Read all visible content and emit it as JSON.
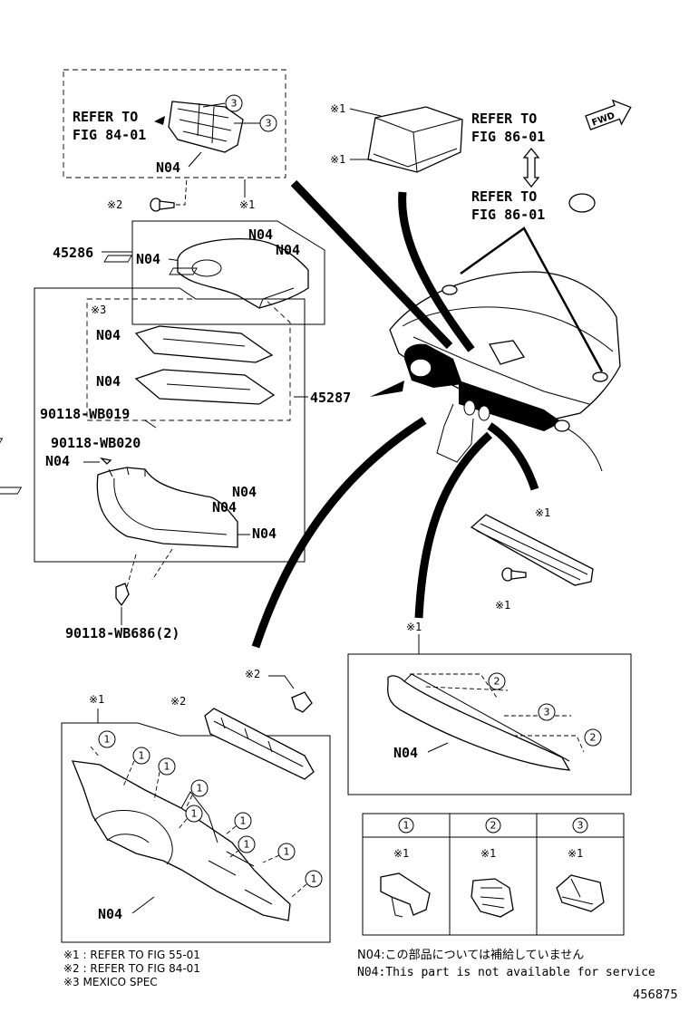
{
  "labels": {
    "refer_84": [
      "REFER TO",
      "FIG 84-01"
    ],
    "refer_86_a": [
      "REFER TO",
      "FIG 86-01"
    ],
    "refer_86_b": [
      "REFER TO",
      "FIG 86-01"
    ],
    "fwd": "FWD",
    "n04": "N04",
    "p45286": "45286",
    "p45287": "45287",
    "p90118_wb019": "90118-WB019",
    "p90118_wb020": "90118-WB020",
    "p90118_wb686": "90118-WB686(2)",
    "ref1": "※1",
    "ref2": "※2",
    "ref3": "※3",
    "c1": "1",
    "c2": "2",
    "c3": "3"
  },
  "legend_table": {
    "headers": [
      "1",
      "2",
      "3"
    ],
    "marks": [
      "※1",
      "※1",
      "※1"
    ]
  },
  "footnotes": [
    "※1 : REFER TO FIG 55-01",
    "※2 : REFER TO FIG 84-01",
    "※3  MEXICO SPEC"
  ],
  "service_notes": [
    "N04:この部品については補給していません",
    "N04:This part is not available for service"
  ],
  "figure_id": "456875"
}
